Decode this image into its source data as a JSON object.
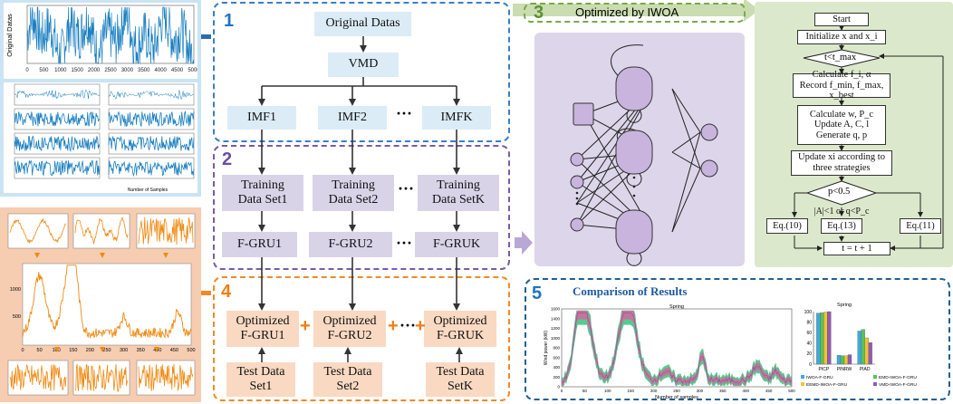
{
  "left_panel": {
    "main_plot": {
      "ylabel": "Original Datas",
      "xticks": [
        "0",
        "500",
        "1000",
        "1500",
        "2000",
        "2500",
        "3000",
        "3500",
        "4000",
        "4500",
        "5000"
      ]
    },
    "small_plot_xlabel": "Number of Samples"
  },
  "orange_panel": {
    "main_xticks": [
      "0",
      "50",
      "100",
      "150",
      "200",
      "250",
      "300",
      "350",
      "400",
      "450",
      "500"
    ],
    "main_yticks": [
      "500",
      "1000"
    ]
  },
  "section1": {
    "number": "1",
    "original": "Original Datas",
    "vmd": "VMD",
    "imf": [
      "IMF1",
      "IMF2",
      "IMFK"
    ],
    "ellipsis": "···"
  },
  "section2": {
    "number": "2",
    "training": [
      [
        "Training",
        "Data Set1"
      ],
      [
        "Training",
        "Data Set2"
      ],
      [
        "Training",
        "Data SetK"
      ]
    ],
    "fgru": [
      "F-GRU1",
      "F-GRU2",
      "F-GRUK"
    ],
    "ellipsis": "···"
  },
  "section3": {
    "number": "3",
    "title": "Optimized by IWOA"
  },
  "flowchart": {
    "start": "Start",
    "init": "Initialize x and x_i",
    "cond1": "t<t_max",
    "calc1": [
      "Calculate f_i, α",
      "Record f_min, f_max, x_best"
    ],
    "calc2": [
      "Calculate w, P_c",
      "Update A, C, l",
      "Generate q, p"
    ],
    "update": [
      "Update xi according to",
      "three strategies"
    ],
    "cond2": "p<0.5",
    "cond3": "|A|<1 or q<P_c",
    "eq10": "Eq.(10)",
    "eq13": "Eq.(13)",
    "eq11": "Eq.(11)",
    "incr": "t = t + 1"
  },
  "section4": {
    "number": "4",
    "optimized": [
      [
        "Optimized",
        "F-GRU1"
      ],
      [
        "Optimized",
        "F-GRU2"
      ],
      [
        "Optimized",
        "F-GRUK"
      ]
    ],
    "test": [
      [
        "Test Data",
        "Set1"
      ],
      [
        "Test Data",
        "Set2"
      ],
      [
        "Test Data",
        "SetK"
      ]
    ],
    "plus": "+",
    "ellipsis": "···"
  },
  "section5": {
    "number": "5",
    "title": "Comparison of Results",
    "line_chart": {
      "title": "Spring",
      "ylabel": "Wind power (kW)",
      "xlabel": "Number of samples",
      "xticks": [
        "0",
        "50",
        "100",
        "150",
        "200",
        "250",
        "300",
        "350",
        "400",
        "450",
        "500"
      ],
      "yticks": [
        "0",
        "200",
        "400",
        "600",
        "800",
        "1000",
        "1200",
        "1400",
        "1600"
      ]
    },
    "bar_chart": {
      "title": "Spring",
      "yticks": [
        "0",
        "20",
        "40",
        "60",
        "80",
        "100"
      ],
      "categories": [
        "PICP",
        "PINRW",
        "PIAD"
      ],
      "legend": [
        "IWOA-F-GRU",
        "EMD-IWOA-F-GRU",
        "EEMD-IWOA-F-GRU",
        "VMD-IWOA-F-GRU"
      ],
      "colors": [
        "#3fa9e0",
        "#56c25a",
        "#f2c230",
        "#8f5bb5"
      ]
    }
  },
  "chart_data": {
    "type": "bar",
    "title": "Spring",
    "categories": [
      "PICP",
      "PINRW",
      "PIAD"
    ],
    "ylim": [
      0,
      100
    ],
    "series": [
      {
        "name": "IWOA-F-GRU",
        "values": [
          97,
          17,
          63
        ]
      },
      {
        "name": "EMD-IWOA-F-GRU",
        "values": [
          98,
          16,
          66
        ]
      },
      {
        "name": "EEMD-IWOA-F-GRU",
        "values": [
          99,
          16,
          50
        ]
      },
      {
        "name": "VMD-IWOA-F-GRU",
        "values": [
          100,
          18,
          41
        ]
      }
    ]
  }
}
